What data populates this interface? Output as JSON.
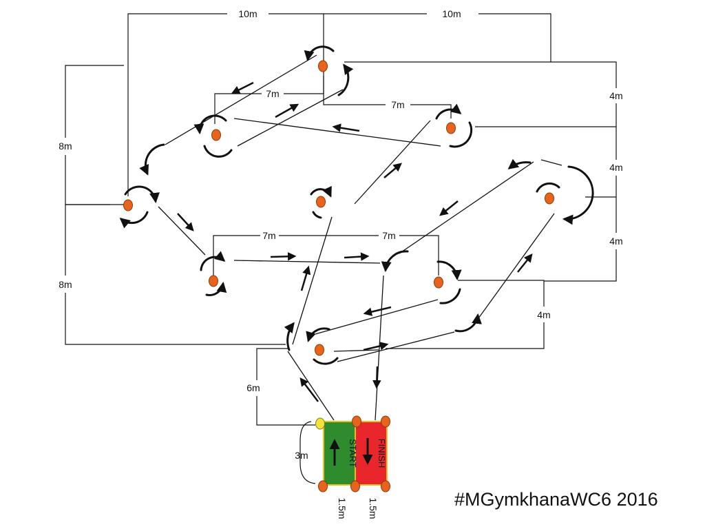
{
  "distances": {
    "top_left": "10m",
    "top_right": "10m",
    "upper_left": "7m",
    "upper_right": "7m",
    "middle_left": "7m",
    "middle_right": "7m",
    "left_upper": "8m",
    "left_lower": "8m",
    "right_1": "4m",
    "right_2": "4m",
    "right_3": "4m",
    "right_4": "4m",
    "start_gap": "6m",
    "box_length": "3m",
    "start_width": "1.5m",
    "finish_width": "1.5m"
  },
  "boxes": {
    "start_label": "START",
    "finish_label": "FINISH",
    "start_color": "#2e8b2e",
    "finish_color": "#e8262b",
    "border_color": "#e8c020"
  },
  "colors": {
    "cone": "#e8641c",
    "start_marker": "#f2e23a"
  },
  "footer": {
    "hashtag": "#MGymkhanaWC6 2016"
  }
}
